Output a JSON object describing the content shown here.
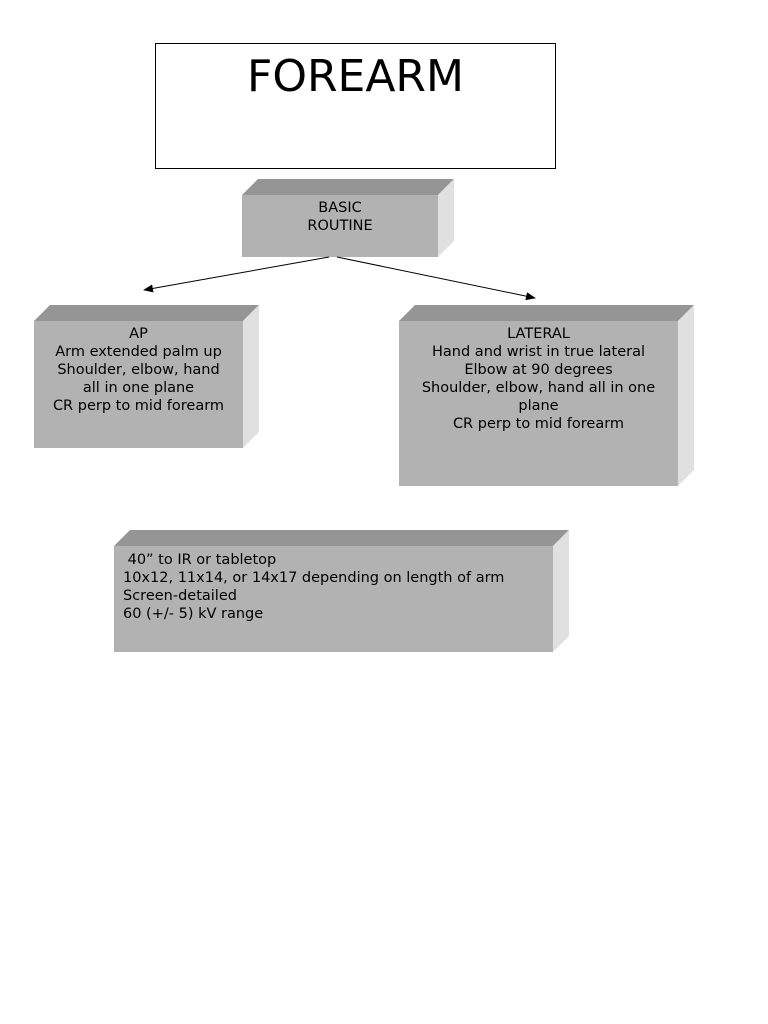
{
  "title": "FOREARM",
  "basic_routine": {
    "lines": [
      "BASIC",
      "ROUTINE"
    ]
  },
  "ap": {
    "lines": [
      "AP",
      "Arm extended palm up",
      "Shoulder, elbow, hand",
      "all in one plane",
      "CR perp to mid forearm"
    ]
  },
  "lateral": {
    "lines": [
      "LATERAL",
      "Hand and wrist in true lateral",
      "Elbow at 90 degrees",
      "Shoulder, elbow, hand all in one",
      "plane",
      "CR perp to mid forearm"
    ]
  },
  "technique": {
    "lines": [
      " 40” to IR or tabletop",
      "10x12, 11x14, or 14x17 depending on length of arm",
      "Screen-detailed",
      "60 (+/- 5) kV range"
    ]
  },
  "colors": {
    "box_front": "#b2b2b2",
    "box_top": "#959595",
    "box_side": "#e0e0e0",
    "arrow": "#000000"
  }
}
